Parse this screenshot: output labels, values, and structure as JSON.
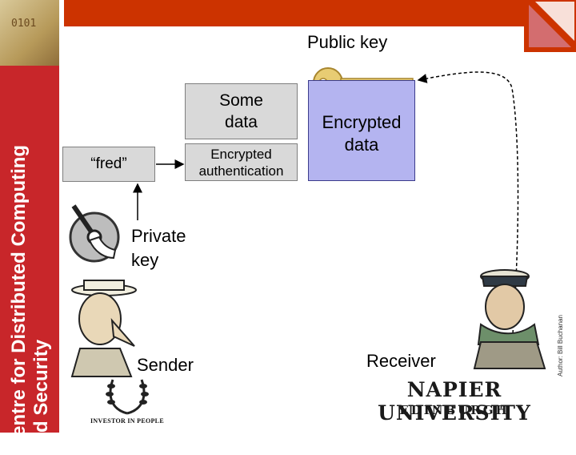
{
  "sidebar": {
    "logo_text": "0101",
    "title_line1_first": "C",
    "title_line1_rest": "entre for Distributed Computing",
    "title_line2": "and Security"
  },
  "diagram": {
    "public_key": "Public key",
    "some_data": [
      "Some",
      "data"
    ],
    "encrypted_authentication": [
      "Encrypted",
      "authentication"
    ],
    "fred": "“fred”",
    "encrypted_data": [
      "Encrypted",
      "data"
    ],
    "private_key": [
      "Private",
      "key"
    ],
    "sender": "Sender",
    "receiver": "Receiver"
  },
  "footer": {
    "university_name": "NAPIER UNIVERSITY",
    "university_city": "EDINBURGH",
    "investor": "INVESTOR IN PEOPLE",
    "author": "Author: Bill Buchanan"
  },
  "colors": {
    "sidebar": "#c8262a",
    "top_bar": "#cc3300",
    "box_grey": "#d9d9d9",
    "encrypted_box": "#b4b4f0",
    "key_gold": "#e8cc73"
  }
}
